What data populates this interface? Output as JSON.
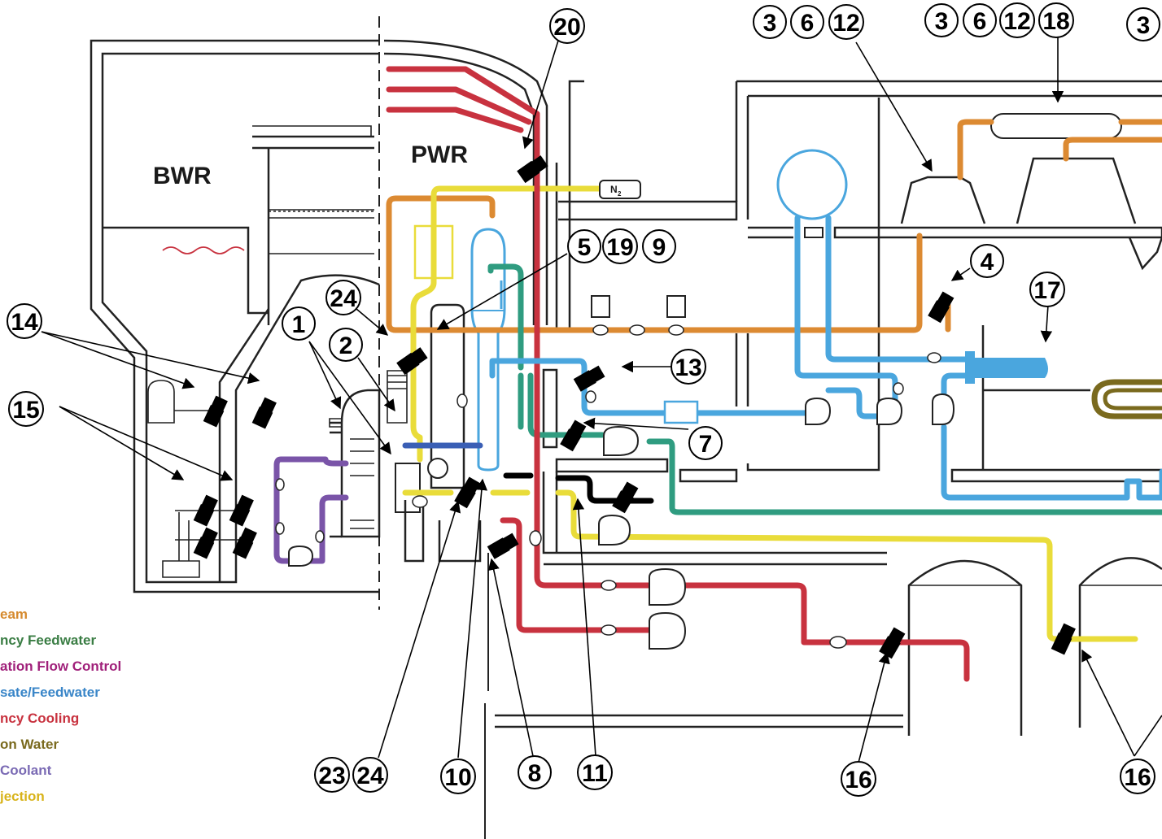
{
  "labels": {
    "bwr": "BWR",
    "pwr": "PWR",
    "n2": "N",
    "n2_sub": "2"
  },
  "colors": {
    "steam": "#dc8a32",
    "aux_feed": "#2f9c80",
    "recirc": "#a23d8e",
    "condensate": "#4aa6de",
    "emergency_cooling": "#c8323f",
    "service_water": "#7a6a1e",
    "reactor_coolant": "#7a54a8",
    "injection": "#e9dc3a",
    "black_line": "#000000",
    "blue_dark": "#3a5fb5"
  },
  "legend": [
    {
      "text": "eam",
      "color": "#d68a2e"
    },
    {
      "text": "ncy Feedwater",
      "color": "#3a7d44"
    },
    {
      "text": "ation Flow Control",
      "color": "#a0207a"
    },
    {
      "text": "sate/Feedwater",
      "color": "#3a86c8"
    },
    {
      "text": "ncy Cooling",
      "color": "#c8323f"
    },
    {
      "text": "on Water",
      "color": "#7a6a1e"
    },
    {
      "text": " Coolant",
      "color": "#7a6ab4"
    },
    {
      "text": "jection",
      "color": "#d8b31a"
    }
  ],
  "callouts": {
    "c20": "20",
    "c3a": "3",
    "c6a": "6",
    "c12a": "12",
    "c3b": "3",
    "c6b": "6",
    "c12b": "12",
    "c18": "18",
    "c3c": "3",
    "c14": "14",
    "c15": "15",
    "c1": "1",
    "c2": "2",
    "c24a": "24",
    "c5": "5",
    "c19": "19",
    "c9": "9",
    "c4": "4",
    "c17": "17",
    "c13": "13",
    "c7": "7",
    "c23": "23",
    "c24b": "24",
    "c10": "10",
    "c8": "8",
    "c11": "11",
    "c16a": "16",
    "c16b": "16"
  }
}
